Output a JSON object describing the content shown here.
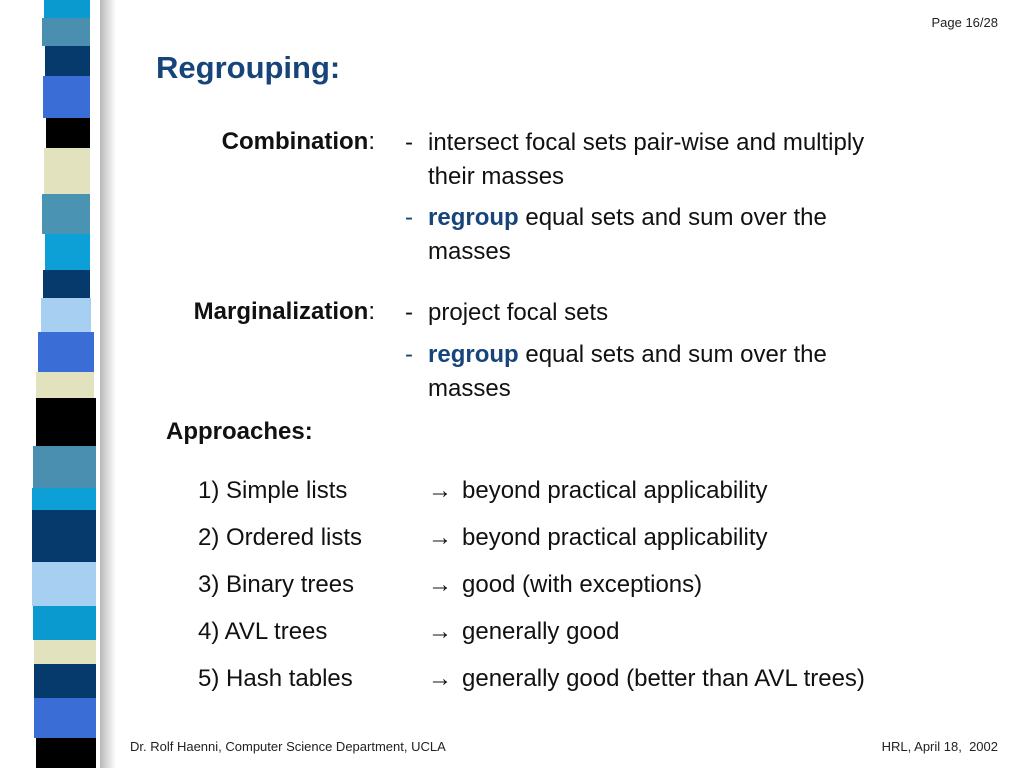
{
  "header": {
    "page_number": "Page 16/28"
  },
  "title": "Regrouping:",
  "operations": [
    {
      "label": "Combination",
      "items": [
        {
          "dash": "-",
          "lines": [
            "intersect focal sets pair-wise and multiply",
            "their masses"
          ]
        },
        {
          "dash": "-",
          "highlight": "regroup",
          "rest": " equal sets and sum over the",
          "line2": "masses"
        }
      ]
    },
    {
      "label": "Marginalization",
      "items": [
        {
          "dash": "-",
          "lines": [
            "project focal sets"
          ]
        },
        {
          "dash": "-",
          "highlight": "regroup",
          "rest": " equal sets and sum over the",
          "line2": "masses"
        }
      ]
    }
  ],
  "colon": ":",
  "approaches_heading": "Approaches:",
  "approaches": [
    {
      "name": "1) Simple lists",
      "result": "beyond practical applicability"
    },
    {
      "name": "2) Ordered lists",
      "result": "beyond practical applicability"
    },
    {
      "name": "3) Binary trees",
      "result": "good (with exceptions)"
    },
    {
      "name": "4) AVL trees",
      "result": "generally good"
    },
    {
      "name": "5) Hash tables",
      "result": "generally good (better than AVL trees)"
    }
  ],
  "arrow_glyph": "→",
  "footer": {
    "left": "Dr. Rolf Haenni, Computer Science Department, UCLA",
    "right": "HRL, April 18,  2002"
  },
  "colors": {
    "title": "#17457a",
    "highlight": "#17457a",
    "strip": [
      "#0a9ad0",
      "#4a8fb0",
      "#063a6c",
      "#3a6dd6",
      "#000000",
      "#e2e2be",
      "#4b93b2",
      "#0da0d6",
      "#a6cff2"
    ]
  }
}
